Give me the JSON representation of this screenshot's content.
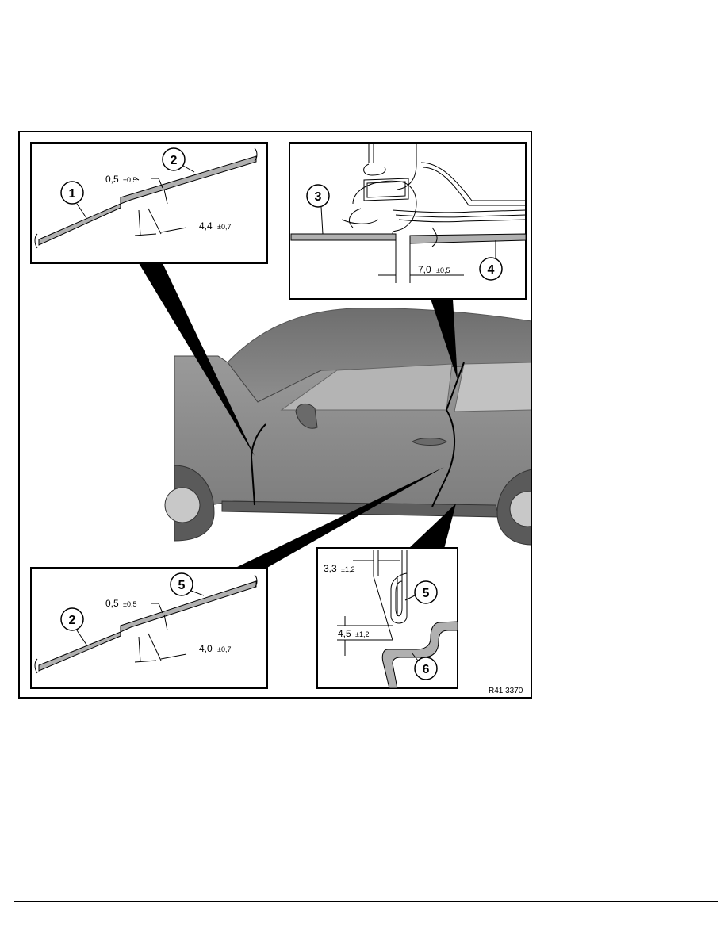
{
  "figure": {
    "reference": "R41 3370",
    "detail_top_left": {
      "callouts": [
        "1",
        "2"
      ],
      "gap": {
        "value": "0,5",
        "tolerance": "±0,5"
      },
      "offset": {
        "value": "4,4",
        "tolerance": "±0,7"
      }
    },
    "detail_top_right": {
      "callouts": [
        "3",
        "4"
      ],
      "offset": {
        "value": "7,0",
        "tolerance": "±0,5"
      }
    },
    "detail_bottom_left": {
      "callouts": [
        "2",
        "5"
      ],
      "gap": {
        "value": "0,5",
        "tolerance": "±0,5"
      },
      "offset": {
        "value": "4,0",
        "tolerance": "±0,7"
      }
    },
    "detail_bottom_right": {
      "callouts": [
        "5",
        "6"
      ],
      "gap": {
        "value": "3,3",
        "tolerance": "±1,2"
      },
      "offset": {
        "value": "4,5",
        "tolerance": "±1,2"
      }
    }
  },
  "colors": {
    "car_body": "#8c8c8c",
    "car_roof": "#7a7a7a",
    "window": "#b4b4b4",
    "panel_fill": "#b0b0b0"
  }
}
